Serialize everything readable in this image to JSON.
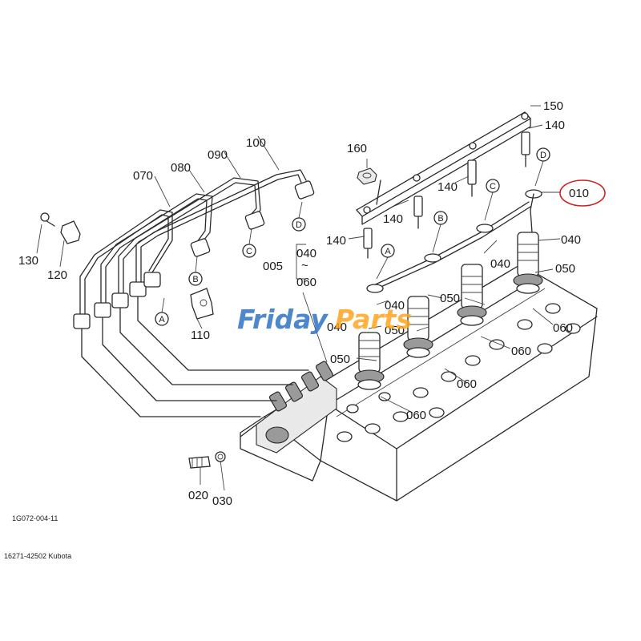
{
  "labels": {
    "p150": "150",
    "p140a": "140",
    "p140b": "140",
    "p140c": "140",
    "p140d": "140",
    "p160": "160",
    "p010": "010",
    "p040a": "040",
    "p040b": "040",
    "p040c": "040",
    "p040d": "040",
    "p040e": "040",
    "p050a": "050",
    "p050b": "050",
    "p050c": "050",
    "p050d": "050",
    "p060a": "060",
    "p060b": "060",
    "p060c": "060",
    "p060d": "060",
    "p060e": "060",
    "p070": "070",
    "p080": "080",
    "p090": "090",
    "p100": "100",
    "p130": "130",
    "p120": "120",
    "p110": "110",
    "p005": "005",
    "p020": "020",
    "p030": "030"
  },
  "refs": {
    "a": "A",
    "b": "B",
    "c": "C",
    "d": "D",
    "range_tilde": "~"
  },
  "watermark": {
    "part1": "Friday",
    "part2": "Parts",
    "color1": "#2f73c4",
    "color2": "#ffa51f"
  },
  "drawing_code": "1G072-004-11",
  "footer": "16271-42502 Kubota",
  "highlight_color": "#cc2222"
}
